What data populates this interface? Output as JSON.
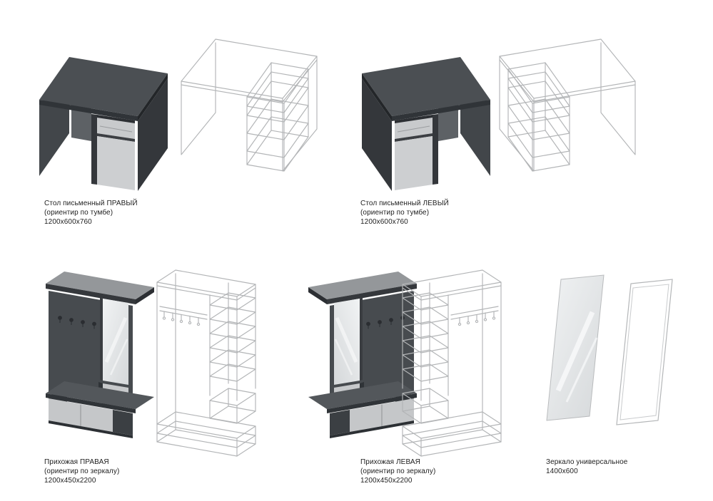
{
  "page": {
    "background": "#ffffff",
    "type": "furniture-catalog-sheet"
  },
  "colors": {
    "body_dark": "#45494d",
    "body_darker": "#303438",
    "front_light": "#c8cacc",
    "shelf_top": "#94979a",
    "wireframe": "#b3b5b7",
    "mirror_light": "#eff1f2",
    "mirror_dark": "#d7dadc",
    "text": "#1e1e1e"
  },
  "items": [
    {
      "id": "desk-right",
      "title": "Стол письменный ПРАВЫЙ",
      "note": "(ориентир по тумбе)",
      "dimensions": "1200x600x760"
    },
    {
      "id": "desk-left",
      "title": "Стол письменный ЛЕВЫЙ",
      "note": "(ориентир по тумбе)",
      "dimensions": "1200x600x760"
    },
    {
      "id": "hallway-right",
      "title": "Прихожая ПРАВАЯ",
      "note": "(ориентир по зеркалу)",
      "dimensions": "1200x450x2200"
    },
    {
      "id": "hallway-left",
      "title": "Прихожая ЛЕВАЯ",
      "note": "(ориентир по зеркалу)",
      "dimensions": "1200x450x2200"
    },
    {
      "id": "mirror-universal",
      "title": "Зеркало универсальное",
      "dimensions": "1400x600"
    }
  ]
}
